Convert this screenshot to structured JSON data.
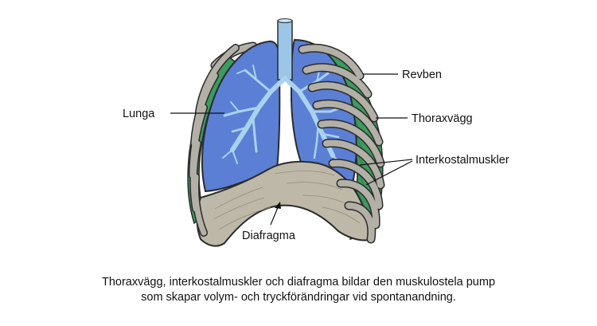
{
  "labels": {
    "lung": "Lunga",
    "rib": "Revben",
    "thoracic_wall": "Thoraxvägg",
    "intercostal": "Interkostalmuskler",
    "diaphragm": "Diafragma"
  },
  "caption": {
    "line1": "Thoraxvägg, interkostalmuskler och diafragma bildar den muskulostela pump",
    "line2": "som skapar volym- och tryckförändringar vid spontanandning."
  },
  "colors": {
    "lung_fill": "#5b7fd4",
    "bronchi": "#a9d2ef",
    "trachea": "#9cc6e8",
    "muscle": "#3c9b5e",
    "rib": "#b3b0a7",
    "outline": "#2b2b2b",
    "diaphragm": "#bdb8a8"
  }
}
